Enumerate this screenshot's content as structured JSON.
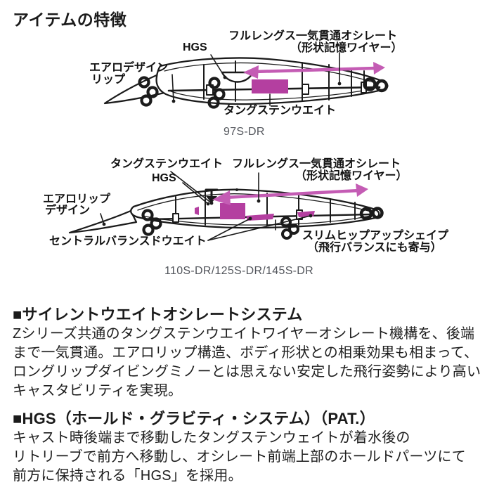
{
  "title": "アイテムの特徴",
  "colors": {
    "magenta": "#b43fa0",
    "arrow_magenta": "#c45cb4",
    "line_art": "#1b1b1b",
    "caption_gray": "#53565c"
  },
  "diagram_top": {
    "caption": "97S-DR",
    "labels": {
      "oscillate_line1": "フルレングス一気貫通オシレート",
      "oscillate_line2": "（形状記憶ワイヤー）",
      "hgs": "HGS",
      "lip_line1": "エアロデザイン",
      "lip_line2": "リップ",
      "tungsten": "タングステンウエイト"
    }
  },
  "diagram_bottom": {
    "caption": "110S-DR/125S-DR/145S-DR",
    "labels": {
      "tungsten": "タングステンウエイト",
      "oscillate_line1": "フルレングス一気貫通オシレート",
      "oscillate_line2": "（形状記憶ワイヤー）",
      "hgs": "HGS",
      "lip_line1": "エアロリップ",
      "lip_line2": "デザイン",
      "central_weight": "セントラルバランスドウエイト",
      "slim_line1": "スリムヒップアップシェイプ",
      "slim_line2": "（飛行バランスにも寄与）"
    }
  },
  "sections": [
    {
      "heading": "■サイレントウエイトオシレートシステム",
      "lines": [
        "Zシリーズ共通のタングステンウエイトワイヤーオシレート機構を、後端",
        "まで一気貫通。エアロリップ構造、ボディ形状との相乗効果も相まって、",
        "ロングリップダイビングミノーとは思えない安定した飛行姿勢により高い",
        "キャスタビリティを実現。"
      ]
    },
    {
      "heading": "■HGS（ホールド・グラビティ・システム）（PAT.）",
      "lines": [
        "キャスト時後端まで移動したタングステンウェイトが着水後の",
        "リトリーブで前方へ移動し、オシレート前端上部のホールドパーツにて",
        "前方に保持される「HGS」を採用。"
      ]
    }
  ]
}
